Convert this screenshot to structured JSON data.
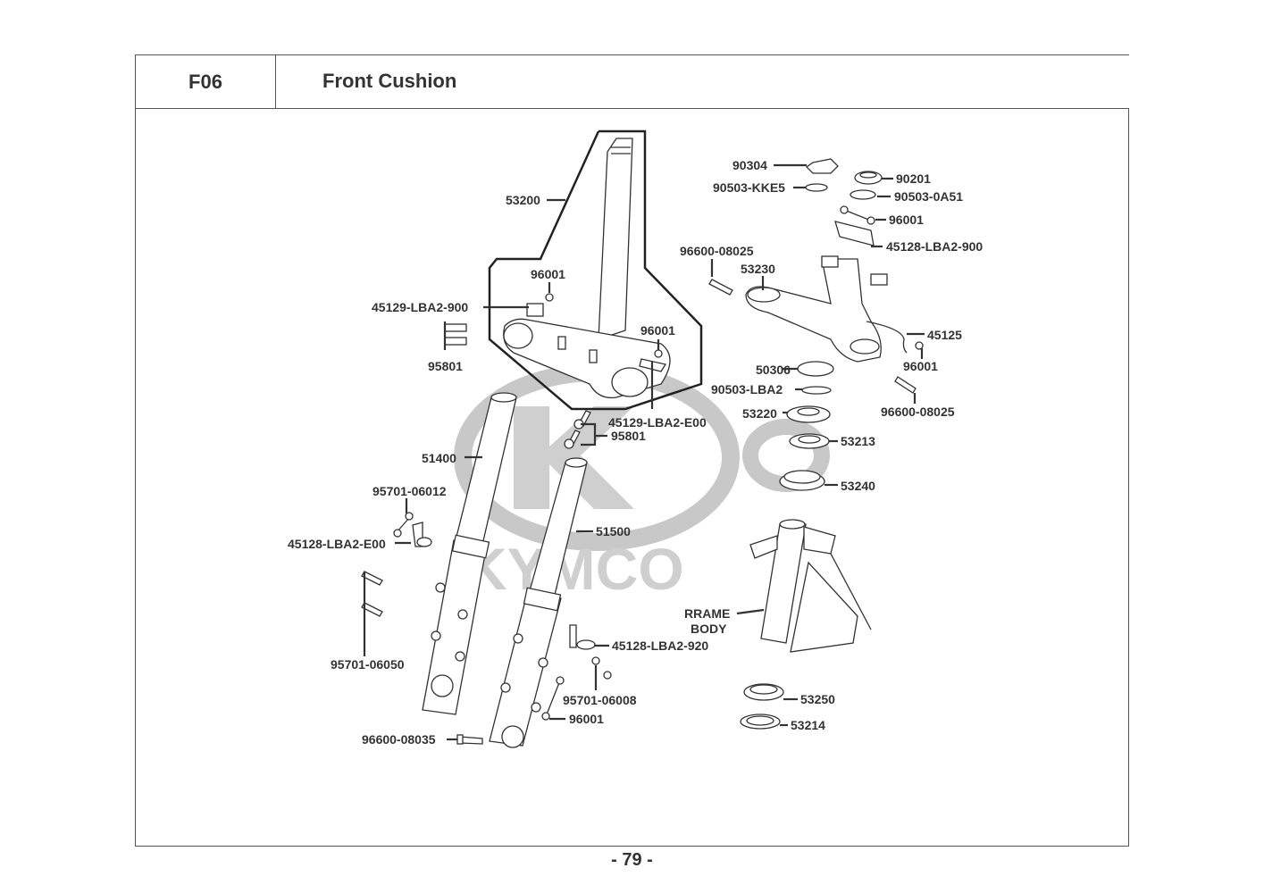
{
  "header": {
    "section_code": "F06",
    "title": "Front Cushion"
  },
  "page_number": "- 79 -",
  "watermark": {
    "brand": "KYMCO"
  },
  "parts": [
    {
      "id": "53200"
    },
    {
      "id": "96001"
    },
    {
      "id": "45129-LBA2-900"
    },
    {
      "id": "95801"
    },
    {
      "id": "96001"
    },
    {
      "id": "45129-LBA2-E00"
    },
    {
      "id": "95801"
    },
    {
      "id": "90304"
    },
    {
      "id": "90201"
    },
    {
      "id": "90503-KKE5"
    },
    {
      "id": "90503-0A51"
    },
    {
      "id": "96001"
    },
    {
      "id": "45128-LBA2-900"
    },
    {
      "id": "96600-08025"
    },
    {
      "id": "53230"
    },
    {
      "id": "45125"
    },
    {
      "id": "96001"
    },
    {
      "id": "50306"
    },
    {
      "id": "90503-LBA2"
    },
    {
      "id": "96600-08025"
    },
    {
      "id": "53220"
    },
    {
      "id": "53213"
    },
    {
      "id": "53240"
    },
    {
      "id": "51400"
    },
    {
      "id": "95701-06012"
    },
    {
      "id": "45128-LBA2-E00"
    },
    {
      "id": "51500"
    },
    {
      "id": "95701-06050"
    },
    {
      "id": "45128-LBA2-920"
    },
    {
      "id": "95701-06008"
    },
    {
      "id": "96001"
    },
    {
      "id": "96600-08035"
    },
    {
      "id": "RRAME"
    },
    {
      "id": "BODY"
    },
    {
      "id": "53250"
    },
    {
      "id": "53214"
    }
  ]
}
